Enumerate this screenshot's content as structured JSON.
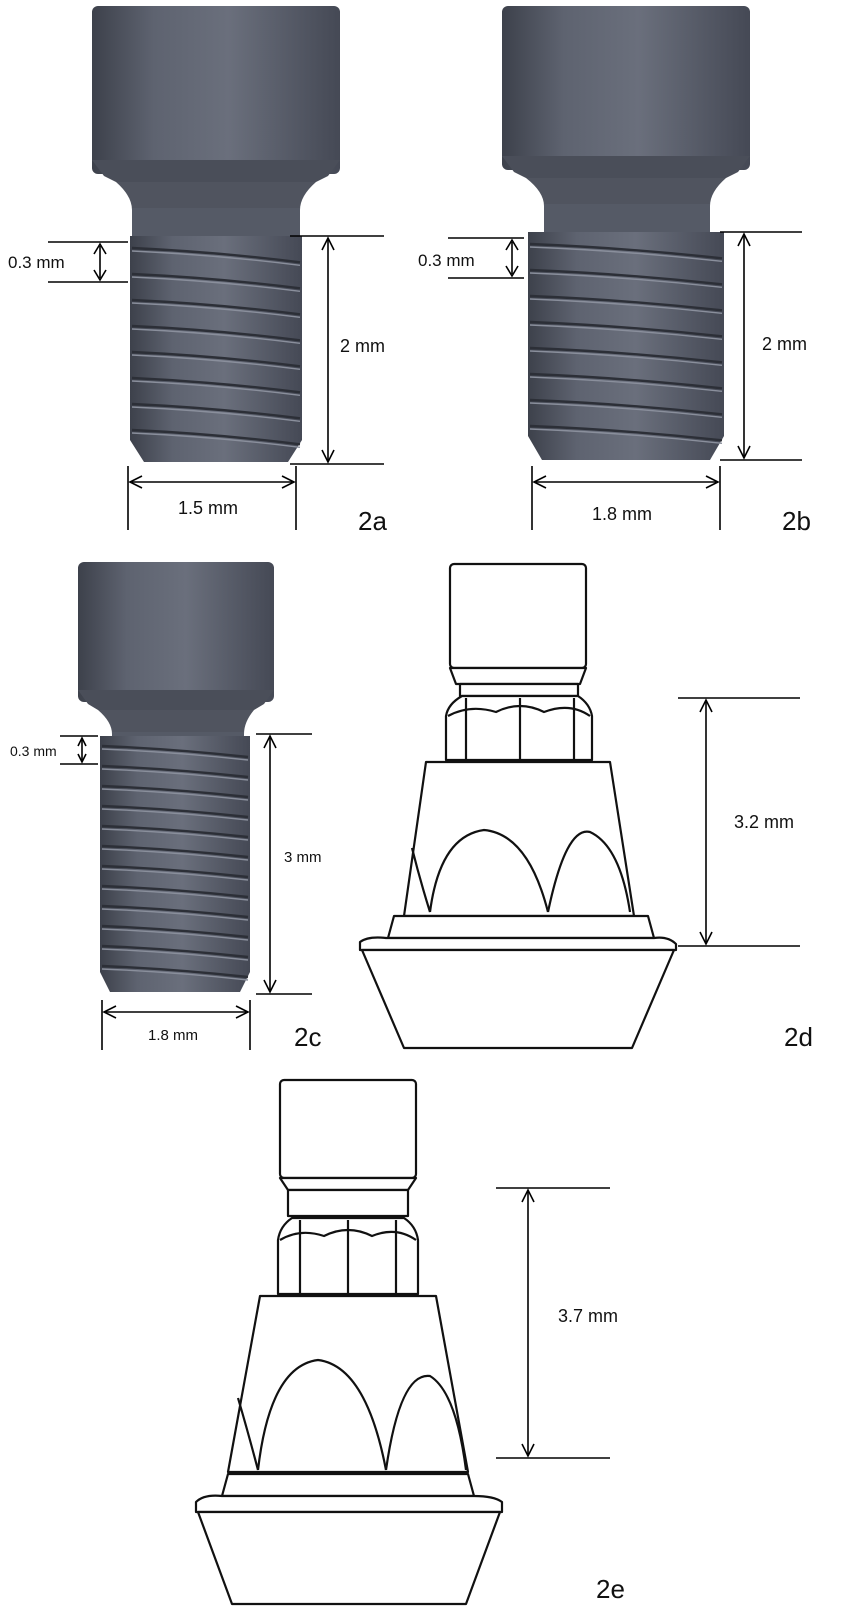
{
  "panels": {
    "a": {
      "label": "2a",
      "pitch": "0.3 mm",
      "length": "2 mm",
      "diameter": "1.5 mm"
    },
    "b": {
      "label": "2b",
      "pitch": "0.3 mm",
      "length": "2 mm",
      "diameter": "1.8 mm"
    },
    "c": {
      "label": "2c",
      "pitch": "0.3 mm",
      "length": "3 mm",
      "diameter": "1.8 mm"
    },
    "d": {
      "label": "2d",
      "height": "3.2 mm"
    },
    "e": {
      "label": "2e",
      "height": "3.7 mm"
    }
  },
  "colors": {
    "screw_body": "#5b606d",
    "screw_dark": "#3a3e48",
    "screw_light": "#7d8290",
    "line": "#111111",
    "background": "#ffffff"
  }
}
